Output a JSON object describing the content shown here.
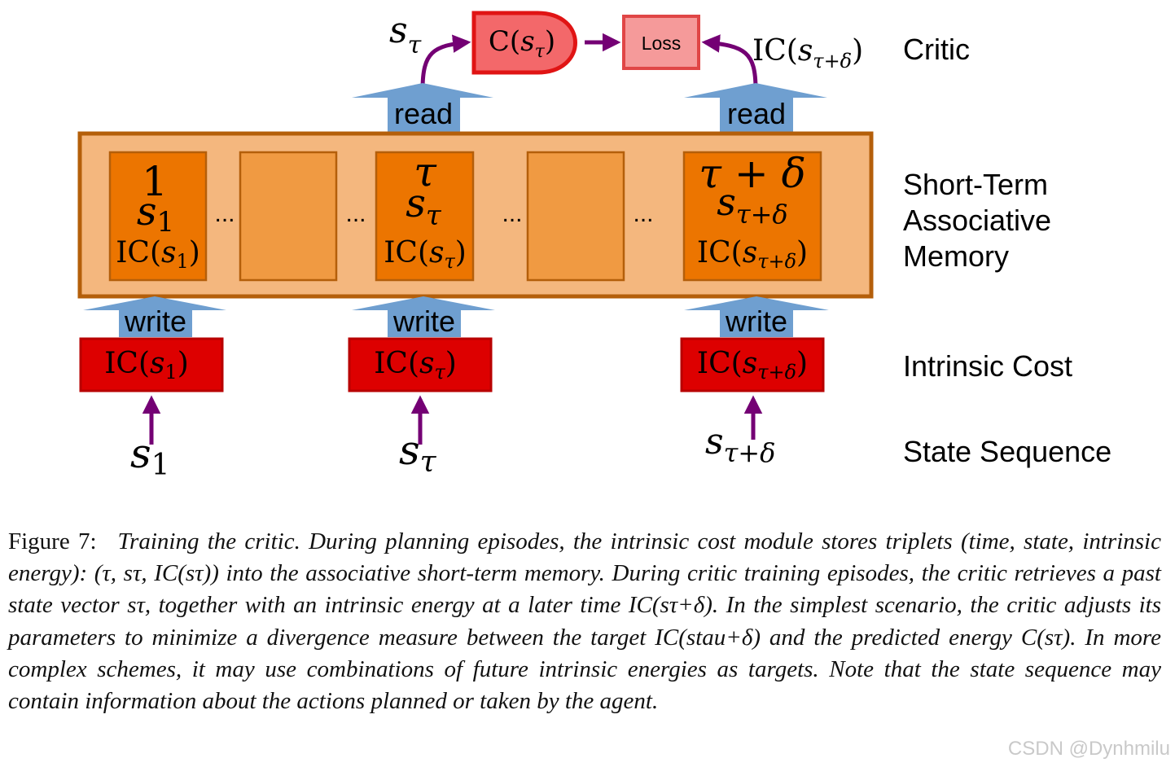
{
  "rows": {
    "critic": "Critic",
    "memory": [
      "Short-Term",
      "Associative",
      "Memory"
    ],
    "intrinsic": "Intrinsic Cost",
    "state": "State Sequence"
  },
  "critic": {
    "box": "C(sτ)",
    "loss": "Loss",
    "input_left": "sτ",
    "input_right": "IC(sτ+δ)"
  },
  "arrows": {
    "read": "read",
    "write": "write"
  },
  "memory_cells": [
    {
      "time": "1",
      "state": "s1",
      "cost": "IC(s1)"
    },
    {
      "time": "τ",
      "state": "sτ",
      "cost": "IC(sτ)"
    },
    {
      "time": "τ + δ",
      "state": "sτ+δ",
      "cost": "IC(sτ+δ)"
    }
  ],
  "ellipsis": "...",
  "intrinsic_boxes": [
    "IC(s1)",
    "IC(sτ)",
    "IC(sτ+δ)"
  ],
  "states": [
    "s1",
    "sτ",
    "sτ+δ"
  ],
  "caption": {
    "label": "Figure 7:",
    "text": "Training the critic. During planning episodes, the intrinsic cost module stores triplets (time, state, intrinsic energy): (τ, sτ, IC(sτ)) into the associative short-term memory. During critic training episodes, the critic retrieves a past state vector sτ, together with an intrinsic energy at a later time IC(sτ+δ). In the simplest scenario, the critic adjusts its parameters to minimize a divergence measure between the target IC(stau+δ) and the predicted energy C(sτ). In more complex schemes, it may use combinations of future intrinsic energies as targets. Note that the state sequence may contain information about the actions planned or taken by the agent."
  },
  "watermark": "CSDN @Dynhmilu",
  "colors": {
    "memory_bg": "#f4b77e",
    "memory_border": "#b45f0a",
    "cell_filled": "#ec7500",
    "cell_empty": "#f09a42",
    "cell_border": "#b45f0a",
    "arrow_blue": "#6f9fd0",
    "ic_red": "#dd0000",
    "ic_border": "#b80000",
    "critic_fill": "#f3686a",
    "critic_border": "#e01414",
    "loss_fill": "#f59a9a",
    "loss_border": "#e04646",
    "purple": "#740074"
  }
}
